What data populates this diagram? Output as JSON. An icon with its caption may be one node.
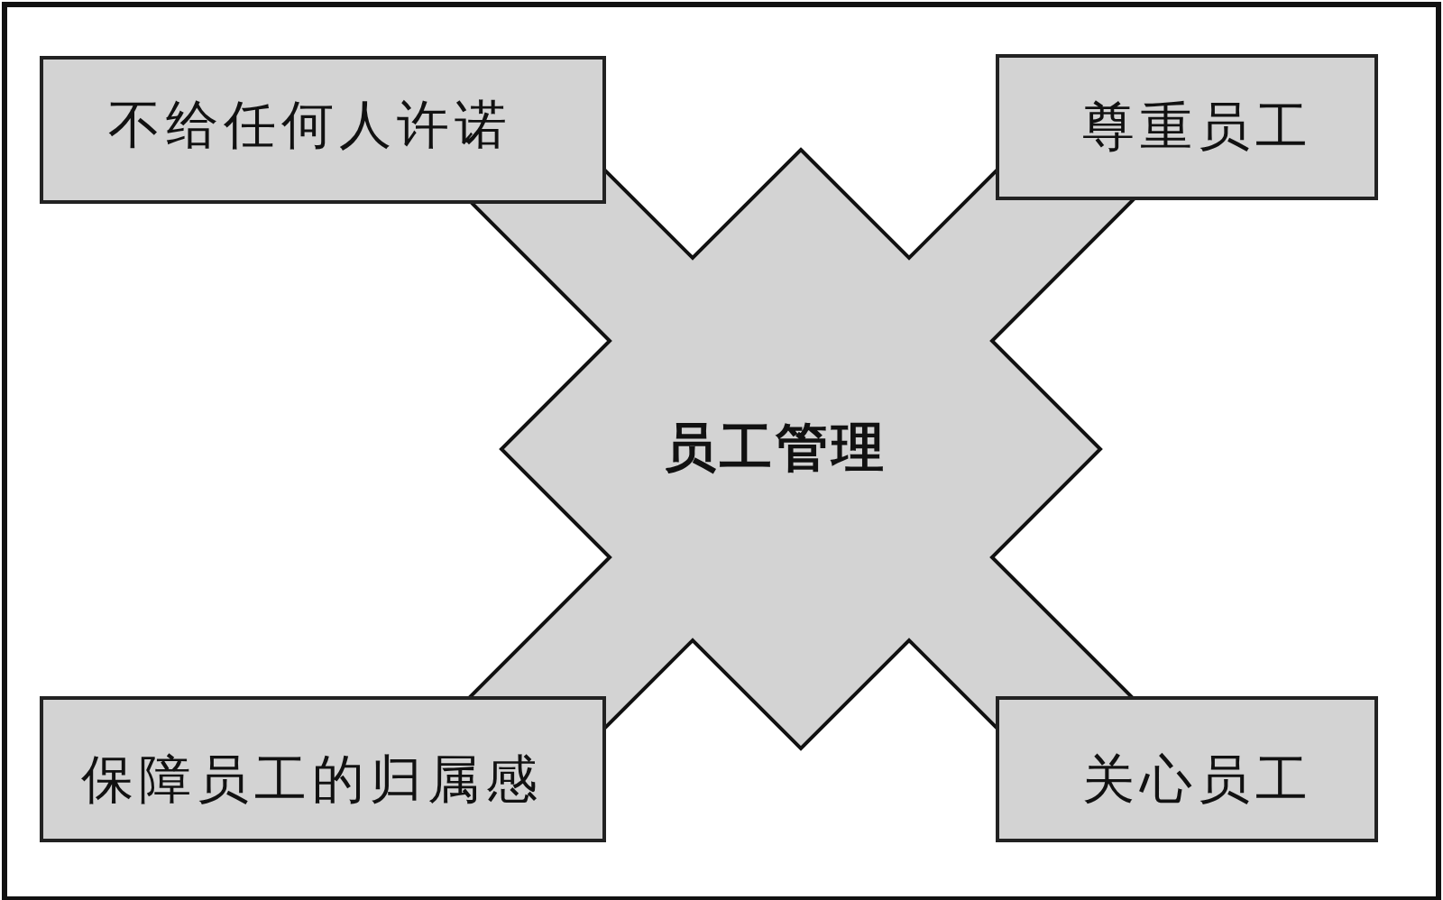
{
  "diagram": {
    "nodes": [
      {
        "text": [
          "不给任何人许诺"
        ]
      },
      {
        "text": [
          "尊重员工"
        ]
      },
      {
        "text": [
          "员工管理"
        ]
      },
      {
        "text": [
          "保障员工的归属感"
        ]
      },
      {
        "text": [
          "关心员工"
        ]
      }
    ]
  }
}
